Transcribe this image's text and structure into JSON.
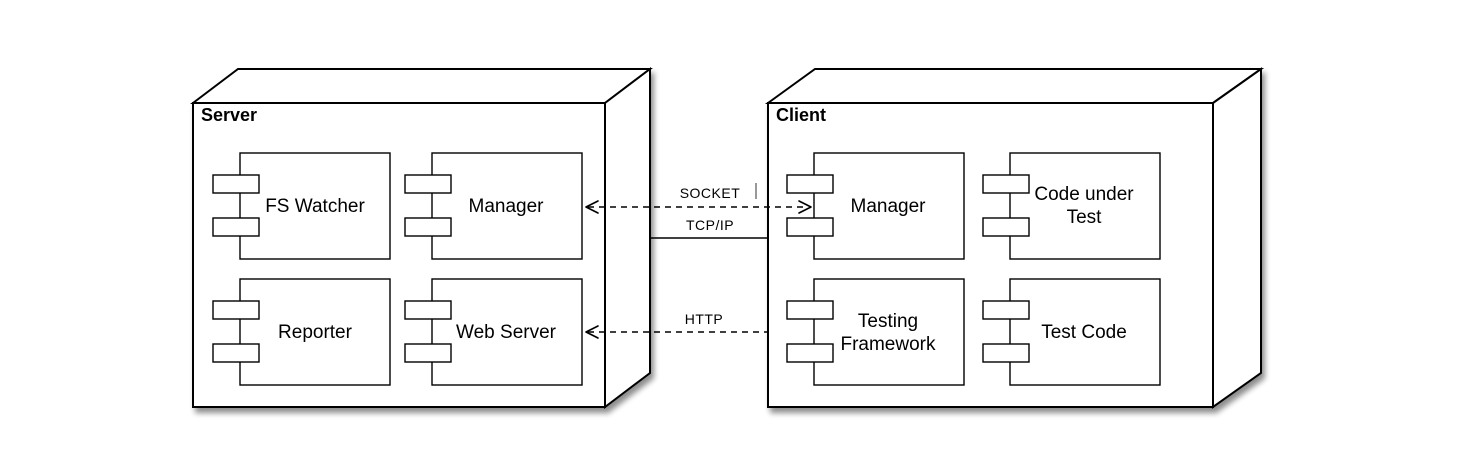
{
  "nodes": {
    "server": {
      "title": "Server",
      "components": {
        "fs_watcher": "FS Watcher",
        "manager": "Manager",
        "reporter": "Reporter",
        "web_server": "Web Server"
      }
    },
    "client": {
      "title": "Client",
      "components": {
        "manager": "Manager",
        "code_under_test_line1": "Code under",
        "code_under_test_line2": "Test",
        "testing_framework_line1": "Testing",
        "testing_framework_line2": "Framework",
        "test_code": "Test Code"
      }
    }
  },
  "connections": {
    "socket": "SOCKET",
    "tcp_ip": "TCP/IP",
    "http": "HTTP"
  }
}
